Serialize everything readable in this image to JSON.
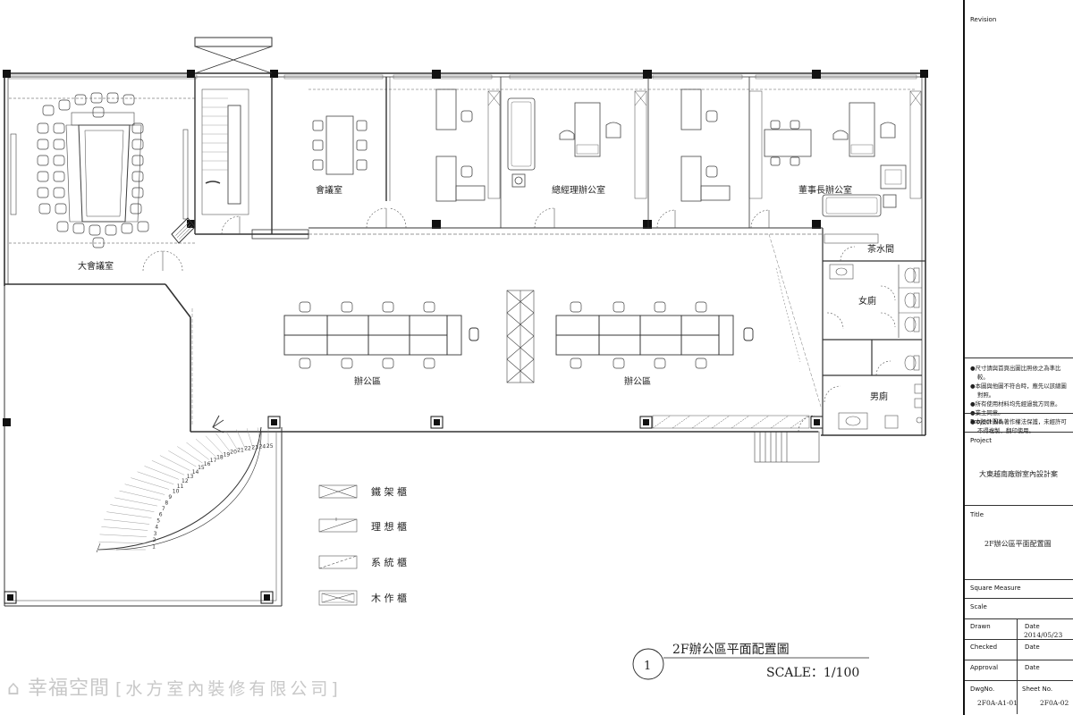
{
  "rooms": {
    "conference_large": "大會議室",
    "meeting": "會議室",
    "gm_office": "總經理辦公室",
    "chairman_office": "董事長辦公室",
    "pantry": "茶水間",
    "womens_restroom": "女廁",
    "mens_restroom": "男廁",
    "office_area_left": "辦公區",
    "office_area_right": "辦公區"
  },
  "stair_numbers": [
    "1",
    "2",
    "3",
    "4",
    "5",
    "6",
    "7",
    "8",
    "9",
    "10",
    "11",
    "12",
    "13",
    "14",
    "15",
    "16",
    "17",
    "18",
    "19",
    "20",
    "21",
    "22",
    "23",
    "24",
    "25"
  ],
  "legend": [
    {
      "label": "鐵 架 櫃",
      "symbol": "cross"
    },
    {
      "label": "理 想 櫃",
      "symbol": "diag-mark"
    },
    {
      "label": "系 統 櫃",
      "symbol": "diag-dash"
    },
    {
      "label": "木 作 櫃",
      "symbol": "cross-double"
    }
  ],
  "drawing": {
    "number": "1",
    "title": "2F辦公區平面配置圖",
    "scale": "SCALE：1/100"
  },
  "title_block": {
    "revision_label": "Revision",
    "notes": [
      "●尺寸請與首頁出圖比照依之為準比較。",
      "●本圖與他圖不符合時，應先以該總圖對照。",
      "●所有使用材料均先經過我方同意。",
      "●業主同意。",
      "●本設計圖為著作權法保護，未經許可不得複製，翻印使用。"
    ],
    "project_no_label": "Project No.",
    "project_label": "Project",
    "project_value": "大東越南廠辦室內設計案",
    "title_label": "Title",
    "title_value": "2F辦公區平面配置圖",
    "square_measure_label": "Square Measure",
    "scale_label": "Scale",
    "drawn_label": "Drawn",
    "date_label_1": "Date",
    "date_value": "2014/05/23",
    "checked_label": "Checked",
    "date_label_2": "Date",
    "approval_label": "Approval",
    "date_label_3": "Date",
    "dwgno_label": "DwgNo.",
    "dwgno_value": "2F0A-A1-01",
    "sheetno_label": "Sheet No.",
    "sheetno_value": "2F0A-02"
  },
  "watermark": {
    "brand": "⌂ 幸福空間",
    "company": "[水方室內裝修有限公司]"
  }
}
